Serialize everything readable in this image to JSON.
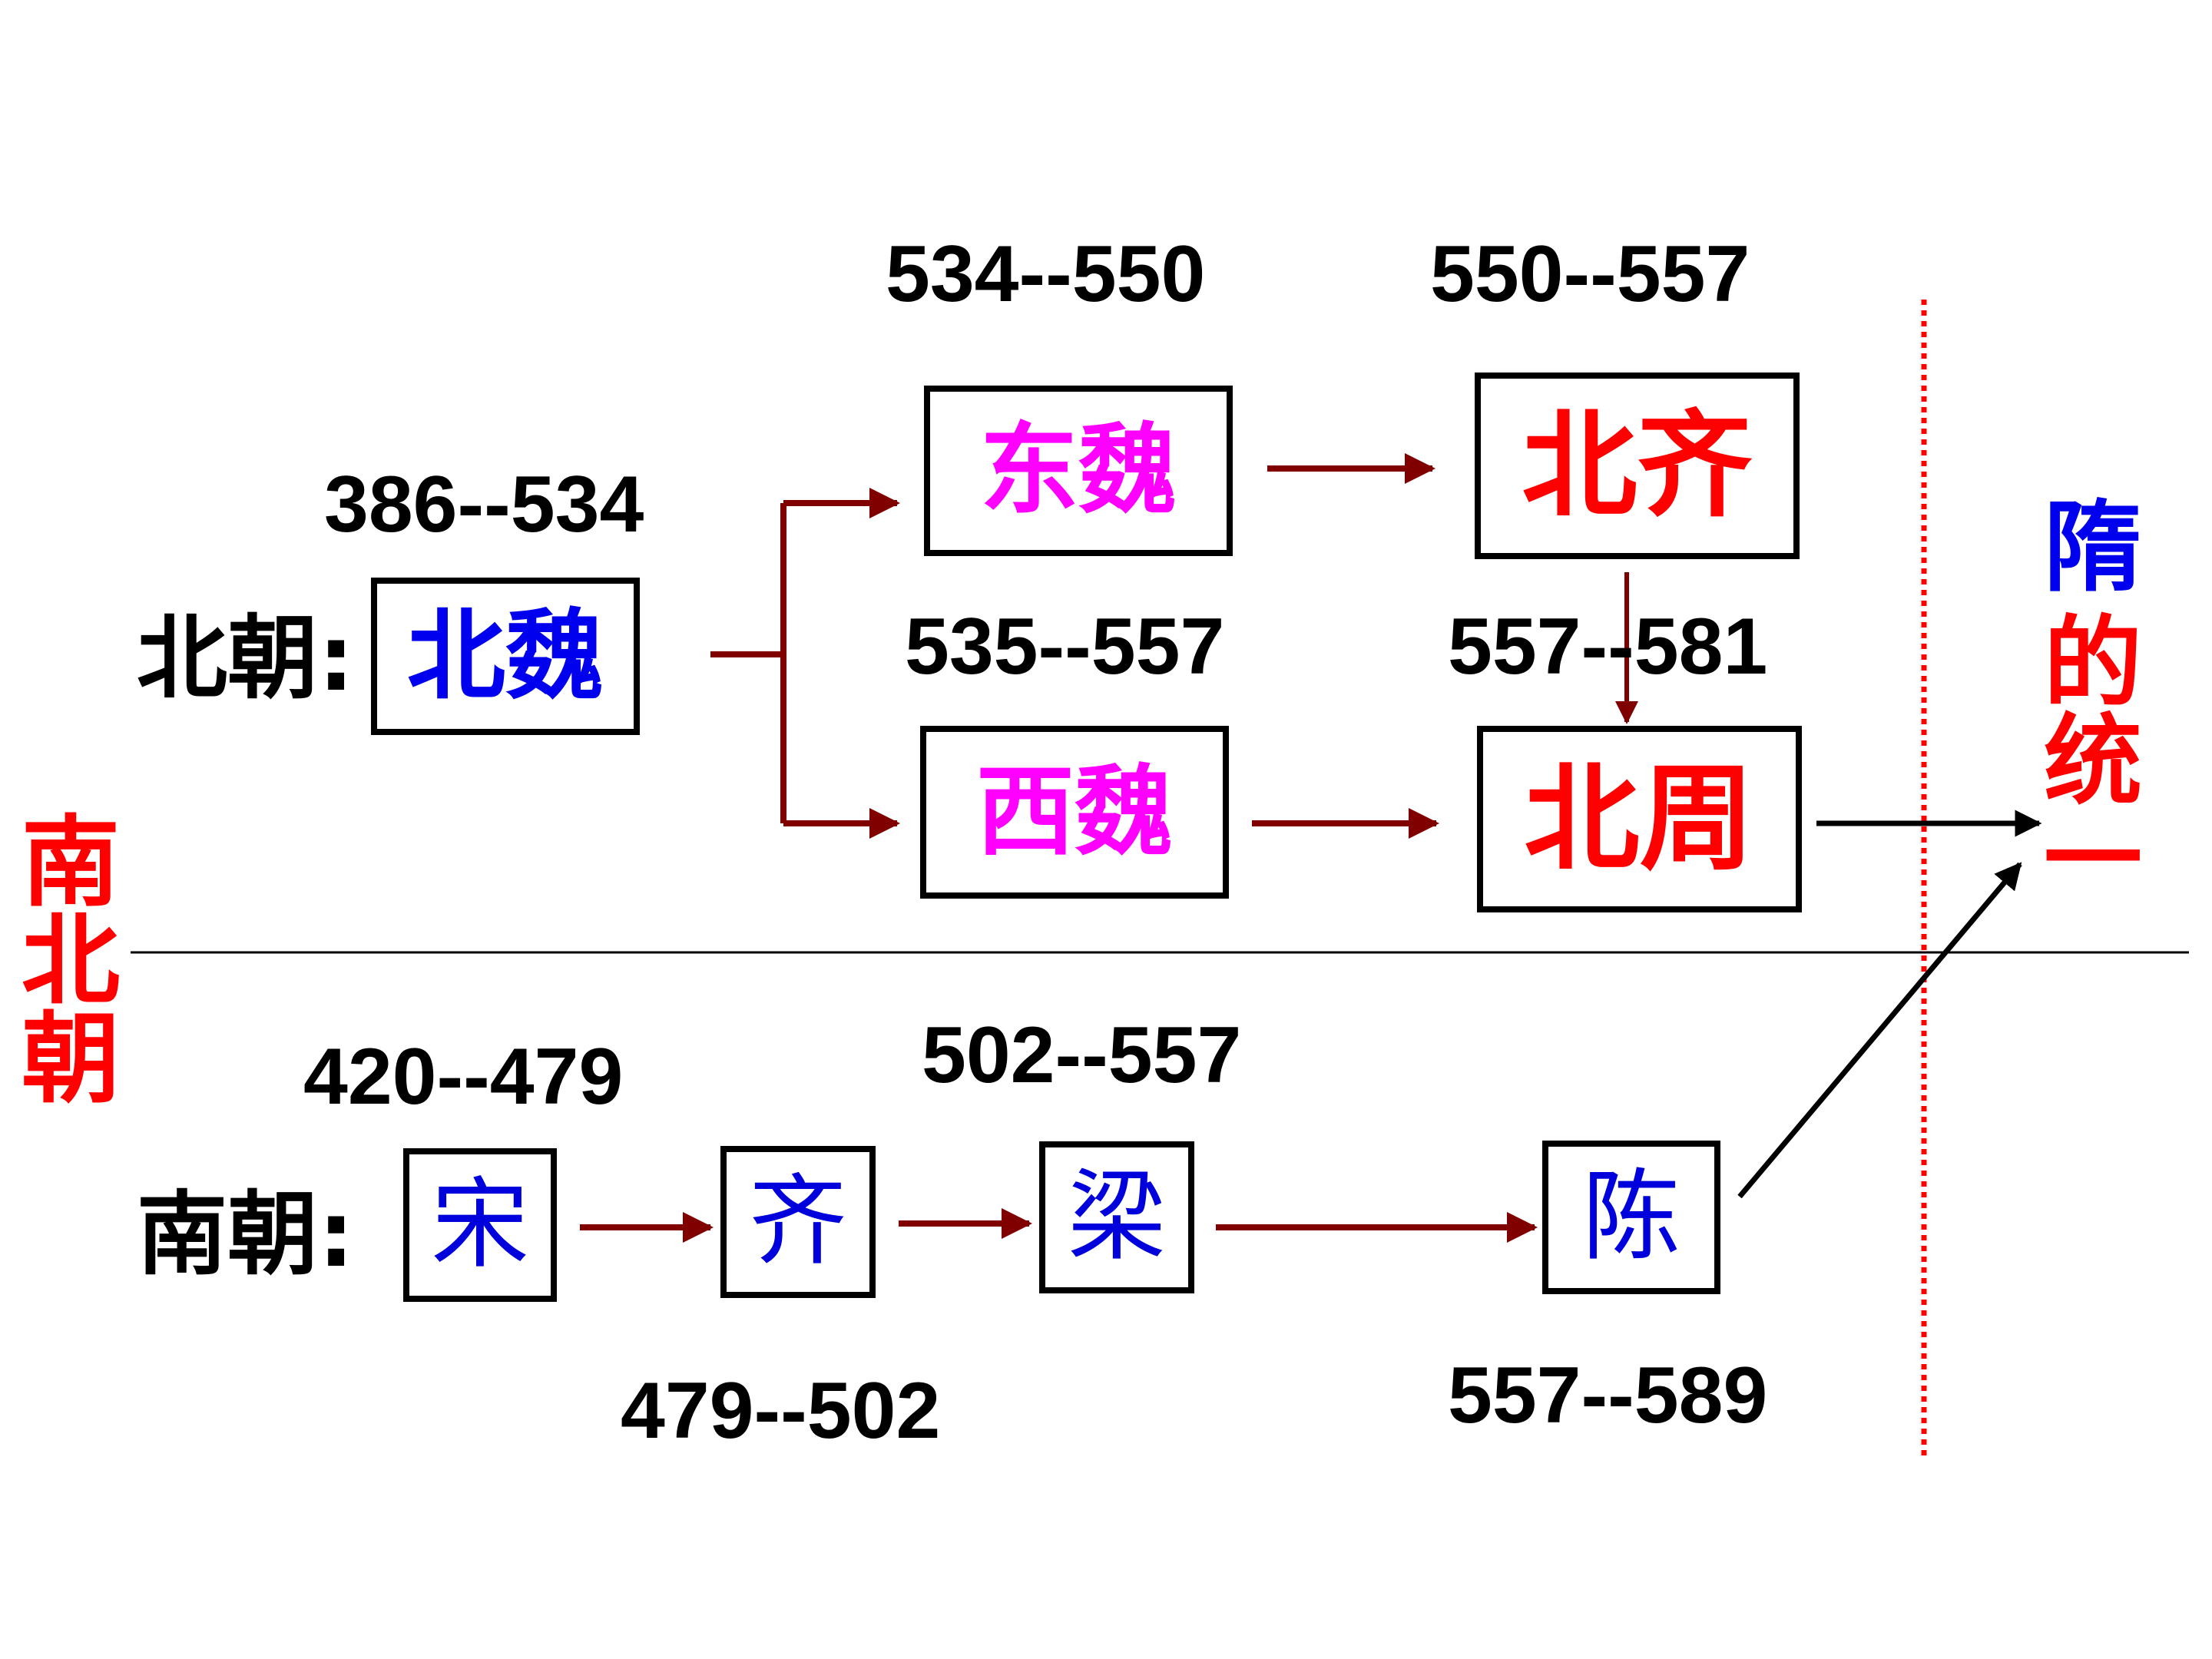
{
  "side_label": [
    "南",
    "北",
    "朝"
  ],
  "north": {
    "row_label": "北朝:",
    "nodes": {
      "beiwei": {
        "name": "北魏",
        "dates": "386--534"
      },
      "dongwei": {
        "name": "东魏",
        "dates": "534--550"
      },
      "xiwei": {
        "name": "西魏",
        "dates": "535--557"
      },
      "beiqi": {
        "name": "北齐",
        "dates": "550--557"
      },
      "beizhou": {
        "name": "北周",
        "dates": "557--581"
      }
    }
  },
  "south": {
    "row_label": "南朝:",
    "nodes": {
      "song": {
        "name": "宋",
        "dates": "420--479"
      },
      "qi": {
        "name": "齐",
        "dates": "479--502"
      },
      "liang": {
        "name": "梁",
        "dates": "502--557"
      },
      "chen": {
        "name": "陈",
        "dates": "557--589"
      }
    }
  },
  "unification": [
    "隋",
    "的",
    "统",
    "一"
  ],
  "colors": {
    "side_label": "#ff0000",
    "beiwei": "#0000ee",
    "wei_split": "#ff00ff",
    "bei_qi_zhou": "#ff0000",
    "south_names": "#0000dd",
    "sui": "#0000ee",
    "unify": "#ff0000",
    "arrow_dark_red": "#800000",
    "arrow_black": "#000000",
    "dotted_line": "#ff0000"
  }
}
